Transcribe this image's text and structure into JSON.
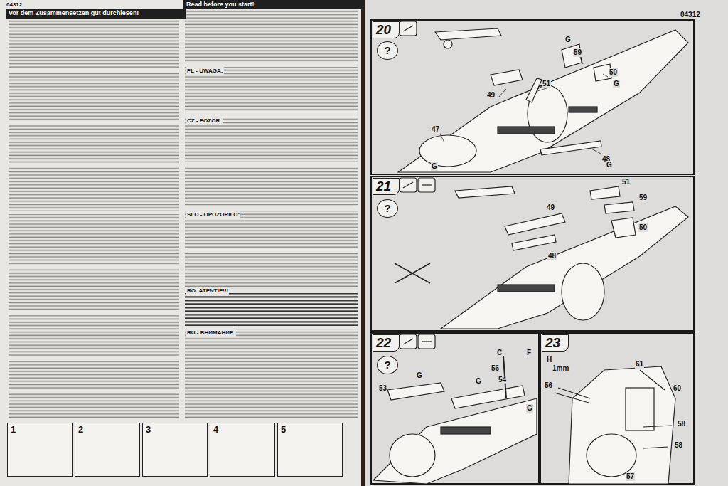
{
  "diagram": {
    "nodes": [
      {
        "text": [
          "Vor dem Zusammensetzen gut durchlesen!"
        ]
      },
      {
        "text": [
          "Read before you start!"
        ]
      },
      {
        "text": [
          "1"
        ]
      },
      {
        "text": [
          "2"
        ]
      },
      {
        "text": [
          "3"
        ]
      },
      {
        "text": [
          "4"
        ]
      },
      {
        "text": [
          "5"
        ]
      },
      {
        "text": [
          "20"
        ]
      },
      {
        "text": [
          "?"
        ]
      },
      {
        "text": [
          "21"
        ]
      },
      {
        "text": [
          "?"
        ]
      },
      {
        "text": [
          "22"
        ]
      },
      {
        "text": [
          "?"
        ]
      },
      {
        "text": [
          "23"
        ]
      }
    ],
    "labels": [
      "04312",
      "04312",
      "59",
      "50",
      "49",
      "51",
      "48",
      "47",
      "G",
      "G",
      "G",
      "G",
      "51",
      "59",
      "50",
      "49",
      "48",
      "53",
      "56",
      "54",
      "C",
      "F",
      "G",
      "G",
      "G",
      "H",
      "1mm",
      "56",
      "61",
      "60",
      "58",
      "58",
      "57",
      "PL - UWAGA:",
      "CZ - POZOR:",
      "SLO - OPOZORILO:",
      "RO: ATENTIE!!!",
      "RU - ВНИМАНИЕ:"
    ]
  }
}
